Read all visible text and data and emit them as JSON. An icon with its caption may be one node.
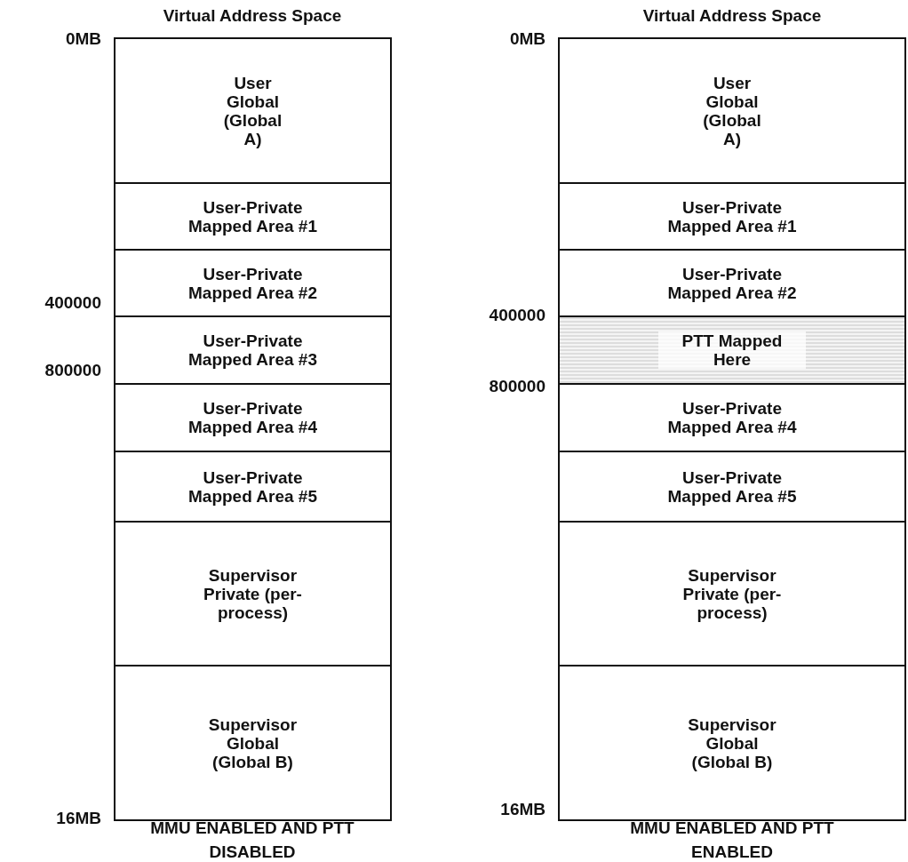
{
  "diagram": {
    "nodes": [
      {
        "text": [
          "User Global (Global A)"
        ]
      },
      {
        "text": [
          "User-Private Mapped Area #1"
        ]
      },
      {
        "text": [
          "User-Private Mapped Area #2"
        ]
      },
      {
        "text": [
          "User-Private Mapped Area #3"
        ]
      },
      {
        "text": [
          "User-Private Mapped Area #4"
        ]
      },
      {
        "text": [
          "User-Private Mapped Area #5"
        ]
      },
      {
        "text": [
          "Supervisor Private (per-process)"
        ]
      },
      {
        "text": [
          "Supervisor Global (Global B)"
        ]
      },
      {
        "text": [
          "User Global (Global A)"
        ]
      },
      {
        "text": [
          "User-Private Mapped Area #1"
        ]
      },
      {
        "text": [
          "User-Private Mapped Area #2"
        ]
      },
      {
        "text": [
          "PTT Mapped Here"
        ]
      },
      {
        "text": [
          "User-Private Mapped Area #4"
        ]
      },
      {
        "text": [
          "User-Private Mapped Area #5"
        ]
      },
      {
        "text": [
          "Supervisor Private (per-process)"
        ]
      },
      {
        "text": [
          "Supervisor Global (Global B)"
        ]
      }
    ],
    "labels": [
      "Virtual Address Space",
      "Virtual Address Space",
      "0MB",
      "0MB",
      "400000",
      "400000",
      "800000",
      "800000",
      "16MB",
      "16MB",
      "MMU ENABLED AND PTT DISABLED",
      "MMU ENABLED AND PTT ENABLED"
    ]
  }
}
